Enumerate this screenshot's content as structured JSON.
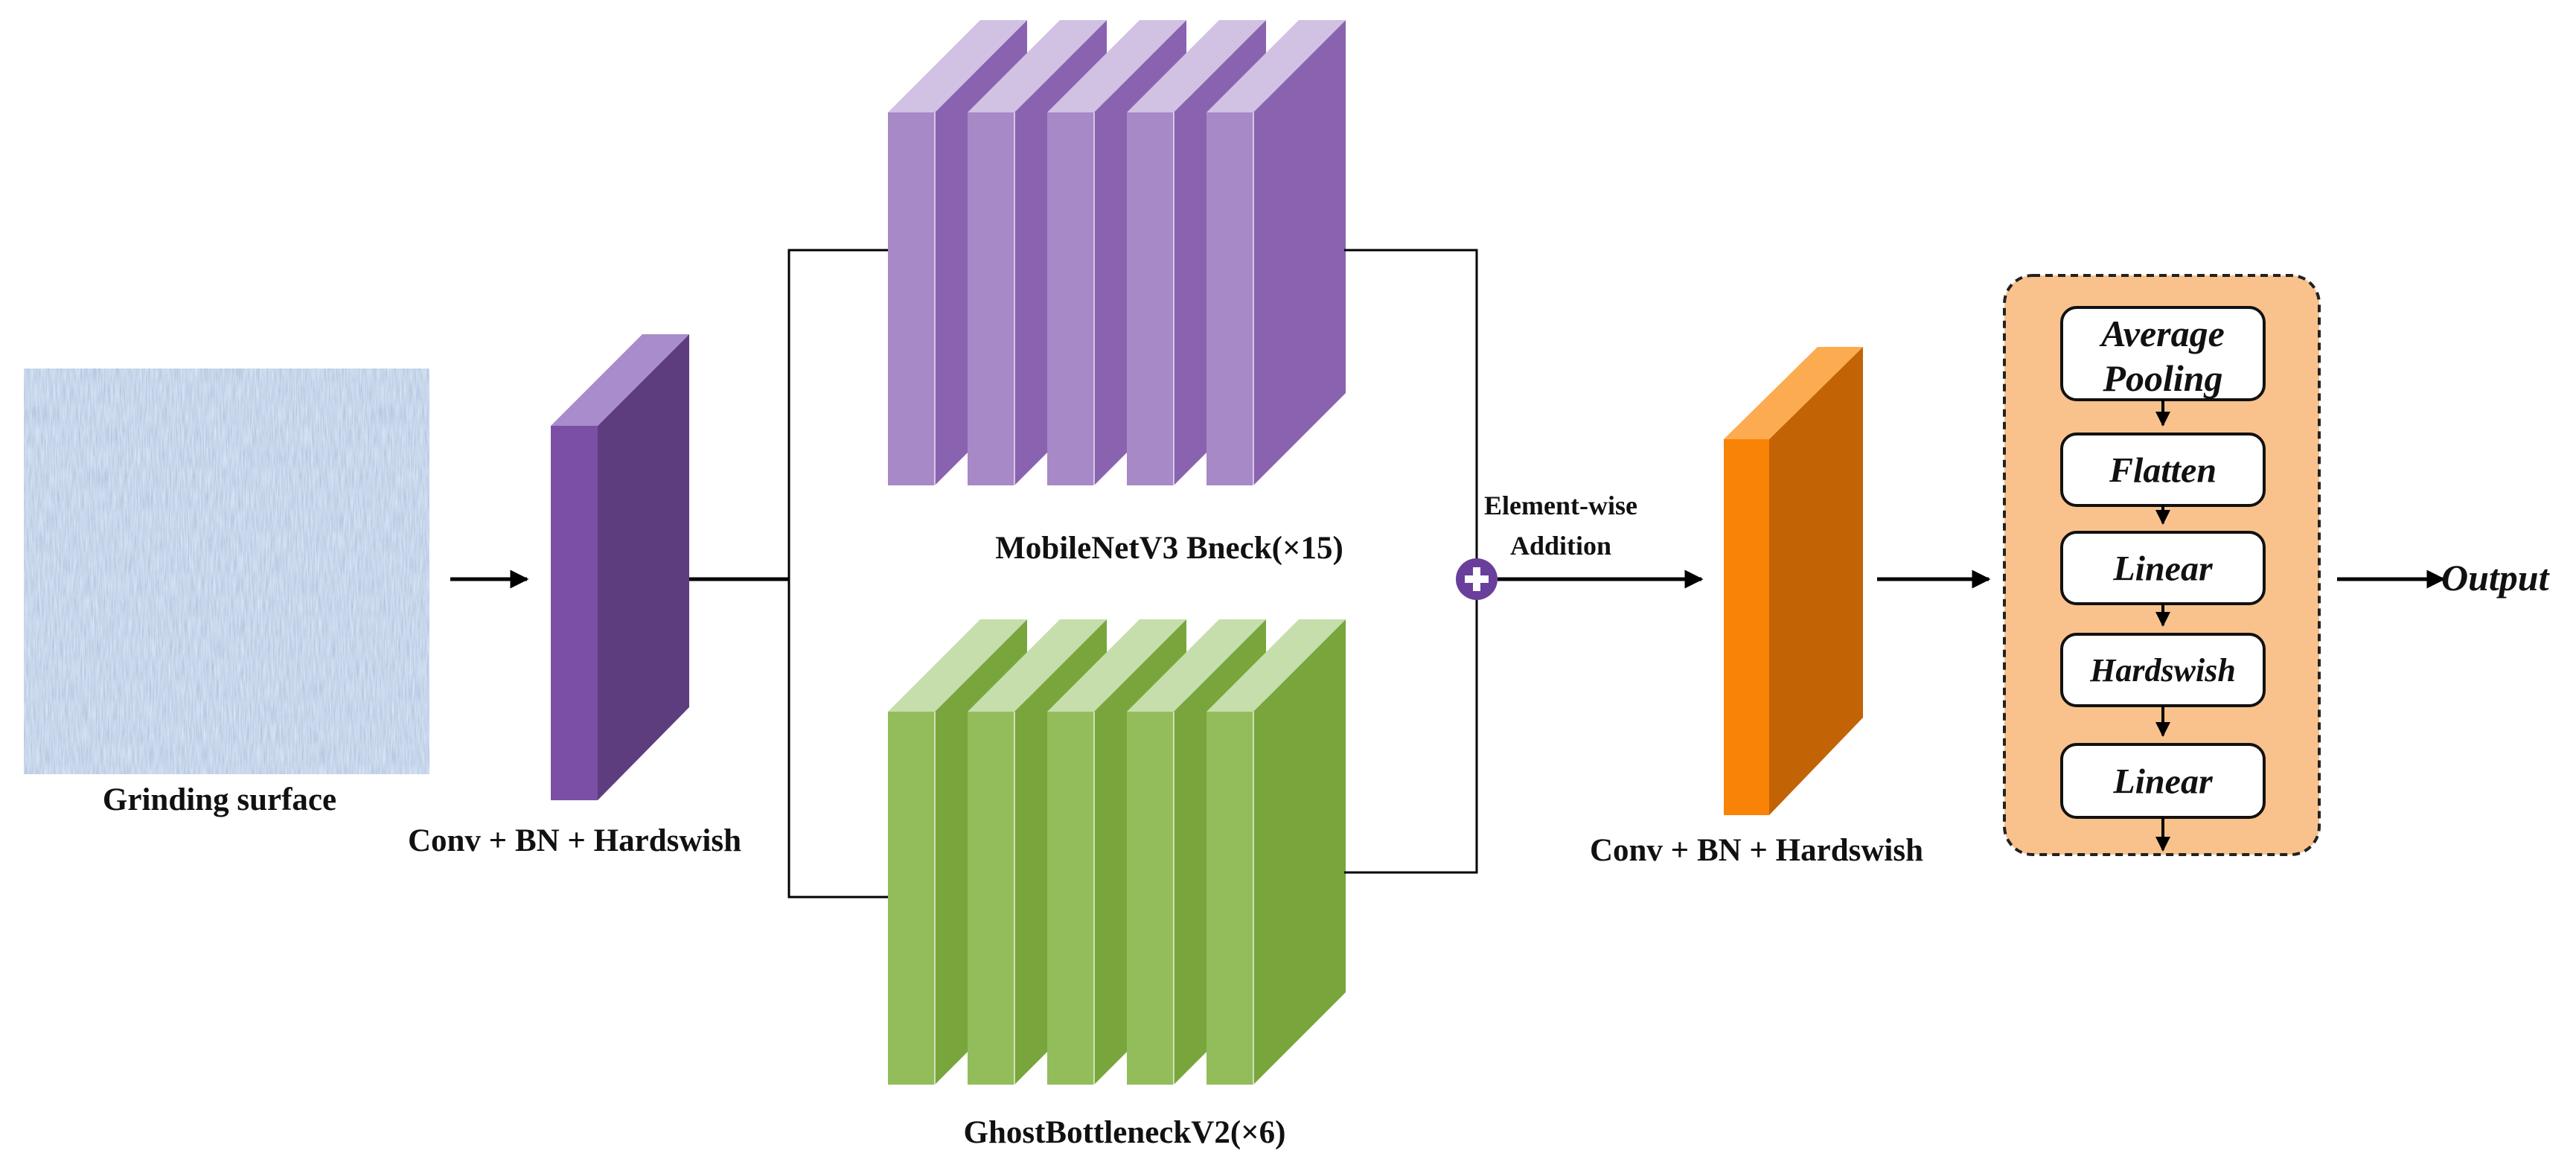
{
  "input": {
    "label": "Grinding surface"
  },
  "stem": {
    "label": "Conv + BN + Hardswish",
    "color_front": "#7b4fa6",
    "color_side": "#5e3d7e",
    "color_top": "#a98ccb"
  },
  "branch_top": {
    "label": "MobileNetV3 Bneck(×15)",
    "color_front": "#a689c6",
    "color_side": "#8a63b0",
    "color_top": "#d1c1e3"
  },
  "branch_bottom": {
    "label": "GhostBottleneckV2(×6)",
    "color_front": "#93bd5b",
    "color_side": "#78a63c",
    "color_top": "#c6deab"
  },
  "merge": {
    "label_line1": "Element-wise",
    "label_line2": "Addition",
    "color": "#6a3f9b"
  },
  "head_conv": {
    "label": "Conv + BN + Hardswish",
    "color_front": "#f98307",
    "color_side": "#c26305",
    "color_top": "#fcab50"
  },
  "classifier": {
    "background": "#f9c28d",
    "blocks": [
      {
        "line1": "Average",
        "line2": "Pooling"
      },
      {
        "line1": "Flatten"
      },
      {
        "line1": "Linear"
      },
      {
        "line1": "Hardswish"
      },
      {
        "line1": "Linear"
      }
    ]
  },
  "output": {
    "label": "Output"
  }
}
